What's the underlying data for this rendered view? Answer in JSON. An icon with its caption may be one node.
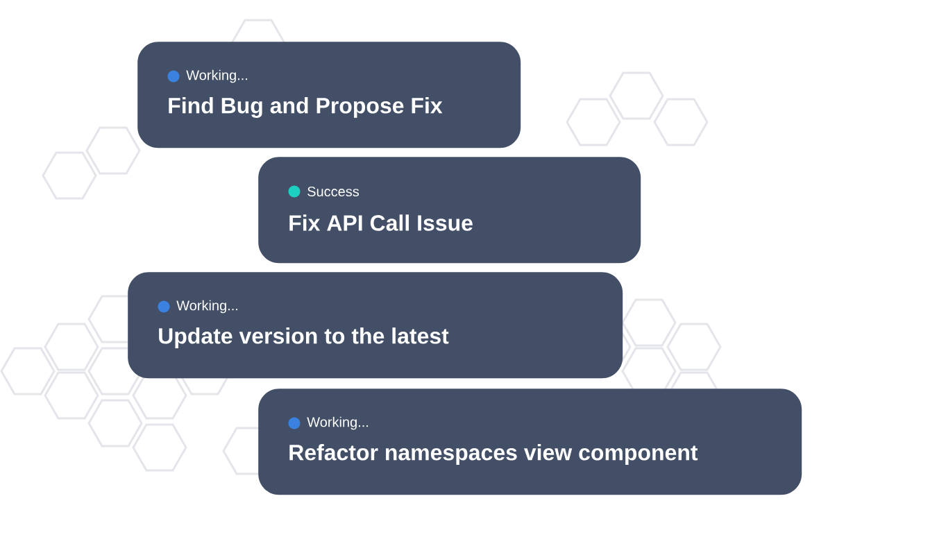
{
  "diagram": {
    "nodes": [
      {
        "text": [
          "Working...",
          "Find Bug and Propose Fix"
        ]
      },
      {
        "text": [
          "Success",
          "Fix API Call Issue"
        ]
      },
      {
        "text": [
          "Working...",
          "Update version to the latest"
        ]
      },
      {
        "text": [
          "Working...",
          "Refactor namespaces view component"
        ]
      }
    ]
  }
}
